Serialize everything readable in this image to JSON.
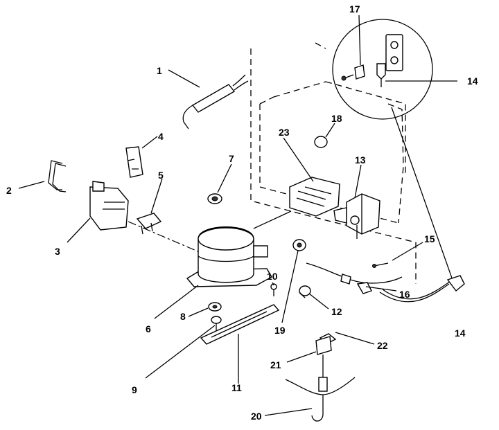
{
  "diagram": {
    "callouts": [
      {
        "id": "1",
        "label": "1"
      },
      {
        "id": "2",
        "label": "2"
      },
      {
        "id": "3",
        "label": "3"
      },
      {
        "id": "4",
        "label": "4"
      },
      {
        "id": "5",
        "label": "5"
      },
      {
        "id": "6",
        "label": "6"
      },
      {
        "id": "7",
        "label": "7"
      },
      {
        "id": "8",
        "label": "8"
      },
      {
        "id": "9",
        "label": "9"
      },
      {
        "id": "10",
        "label": "10"
      },
      {
        "id": "11",
        "label": "11"
      },
      {
        "id": "12",
        "label": "12"
      },
      {
        "id": "13",
        "label": "13"
      },
      {
        "id": "14",
        "label": "14"
      },
      {
        "id": "14b",
        "label": "14"
      },
      {
        "id": "15",
        "label": "15"
      },
      {
        "id": "16",
        "label": "16"
      },
      {
        "id": "17",
        "label": "17"
      },
      {
        "id": "18",
        "label": "18"
      },
      {
        "id": "19",
        "label": "19"
      },
      {
        "id": "20",
        "label": "20"
      },
      {
        "id": "21",
        "label": "21"
      },
      {
        "id": "22",
        "label": "22"
      },
      {
        "id": "23",
        "label": "23"
      }
    ]
  }
}
